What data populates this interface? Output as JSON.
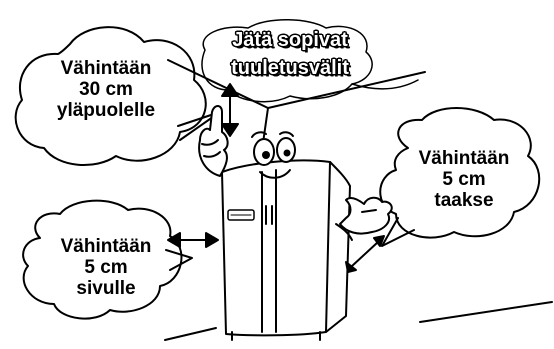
{
  "title": {
    "line1": "Jätä sopivat",
    "line2": "tuuletusvälit"
  },
  "callouts": {
    "top": {
      "line1": "Vähintään",
      "line2": "30 cm",
      "line3": "yläpuolelle"
    },
    "back": {
      "line1": "Vähintään",
      "line2": "5 cm",
      "line3": "taakse"
    },
    "side": {
      "line1": "Vähintään",
      "line2": "5 cm",
      "line3": "sivulle"
    }
  }
}
